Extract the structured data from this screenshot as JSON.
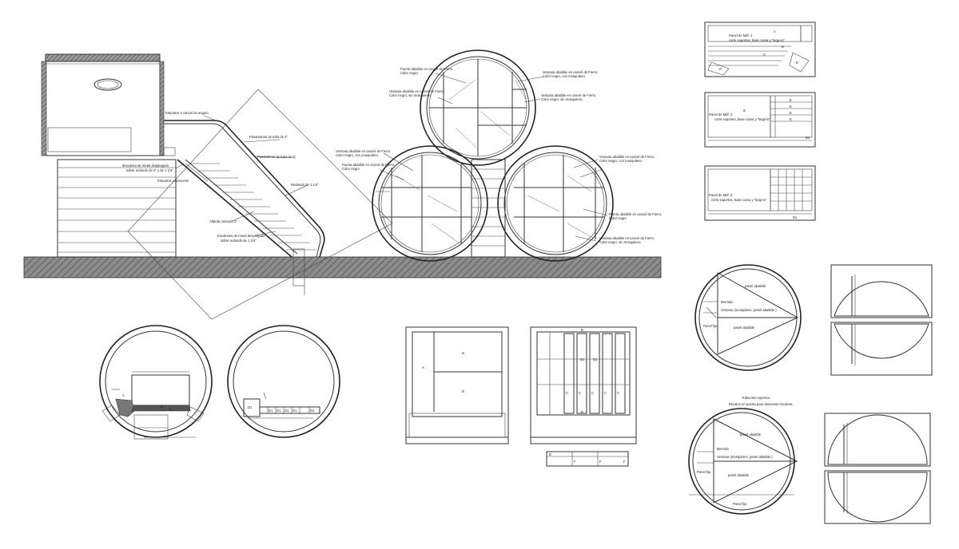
{
  "elevation": {
    "stair_labels": [
      "Empotrar a cancel de angulo",
      "Pasamanos de tubo de 2\"",
      "Pasamanos de tubo de 2\"",
      "descanso de metal desplegado",
      "sobre redondo de 2\" y de 1 1/4\"",
      "Empotrar a tubocreto",
      "Redondo de 1 1/4\"",
      "Alfarda redondo 2\"",
      "Escalones de metal desplegado",
      "sobre redondo de 1 1/4\""
    ],
    "window_labels": [
      "Puerta abatible en cancel de Fierro.",
      "Color negro",
      "Ventana abatible en cancel de Fierro.",
      "Color negro, con mosquitero.",
      "Ventana abatible en cancel de Fierro.",
      "Color negro, sin mosquitero.",
      "Ventana abatible en cancel de Fierro.",
      "Color negro, sin mosquitero.",
      "Puerta abatible en cancel de Fierro.",
      "Color negro",
      "Ventana abatible en cancel de Fierro.",
      "Color negro, con mosquitero.",
      "Ventana abatible en cancel de Fierro.",
      "Color negro, con mosquitero.",
      "Puerta abatible en cancel de Fierro.",
      "Color negro",
      "Ventana abatible en cancel de Fierro.",
      "Color negro, sin mosquitero."
    ]
  },
  "sections": {
    "left_circle": {
      "tags": [
        "A",
        "B",
        "D"
      ]
    },
    "right_circle": {
      "tags": [
        "D1",
        "D1",
        "D1",
        "D1",
        "D1",
        "D1"
      ]
    }
  },
  "furniture": {
    "panel_a": {
      "tags": [
        "A",
        "B",
        "B"
      ]
    },
    "panel_b": {
      "tags": [
        "B",
        "D1",
        "D1",
        "C",
        "C",
        "C",
        "C",
        "C",
        "B"
      ]
    },
    "strip_tags": [
      "B",
      "F",
      "F",
      "F"
    ]
  },
  "panels": {
    "panel1": {
      "title": "Panel de Mdf. 1",
      "subtitle": "corte soportes, base cama y \"largero\"",
      "tags": [
        "A",
        "B",
        "C",
        "D",
        "D"
      ]
    },
    "panel2": {
      "title": "Panel de Mdf. 2",
      "subtitle": "corte soportes, base cama y \"largero\"",
      "tags": [
        "B",
        "E",
        "E",
        "E",
        "E",
        "D1"
      ]
    },
    "panel3": {
      "title": "Panel de Mdf. 3",
      "subtitle": "corte soportes, base cama y \"largero\"",
      "tags": [
        "D1"
      ]
    }
  },
  "right_circles": {
    "top": {
      "labels": [
        "panel abatible",
        "Bermda",
        "Ventana (mosquitero, panel abatible.)",
        "Panel fijo.",
        "panel abatible"
      ]
    },
    "bottom": {
      "heading": "Tubocreto superior.",
      "subheading": "Escalon en puerta para descanso escalera.",
      "labels": [
        "panel abatible",
        "Bermda",
        "Ventana (mosquitero, panel abatible.)",
        "Panel fijo.",
        "panel abatible",
        "Panel fijo."
      ]
    }
  }
}
